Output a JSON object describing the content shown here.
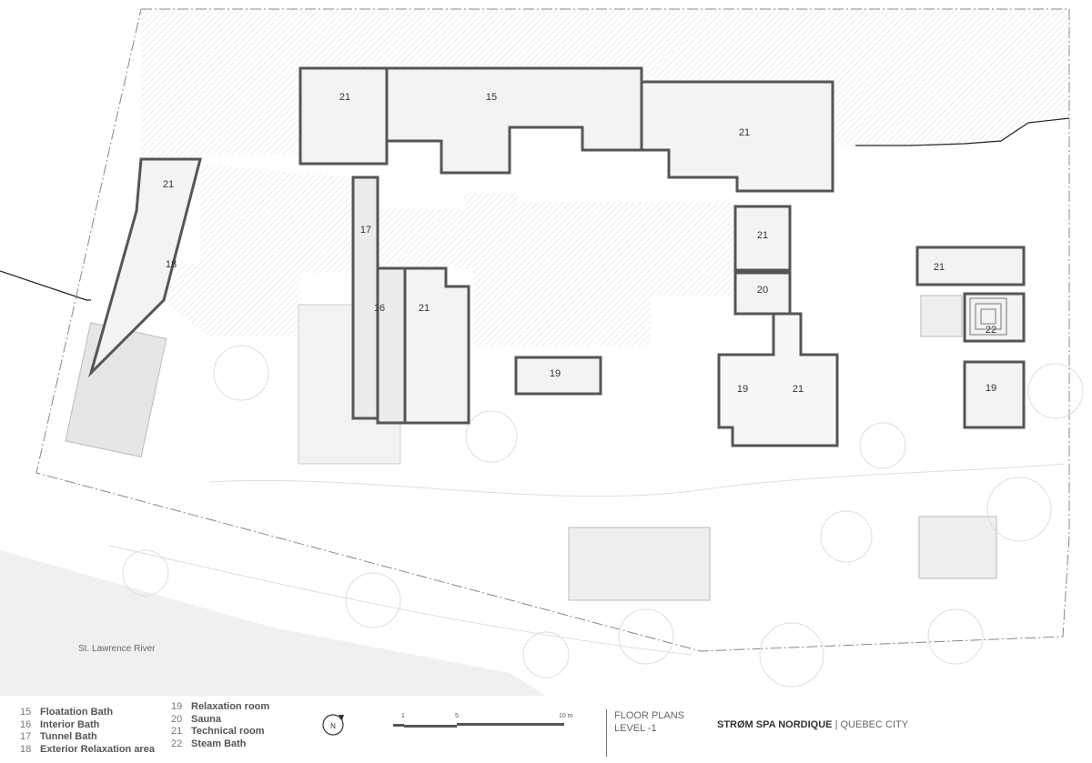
{
  "plan": {
    "river_label": "St. Lawrence River",
    "rooms": [
      {
        "id": "r1",
        "label": "21"
      },
      {
        "id": "r2",
        "label": "15"
      },
      {
        "id": "r3",
        "label": "21"
      },
      {
        "id": "r4",
        "label": "21"
      },
      {
        "id": "r5",
        "label": "18"
      },
      {
        "id": "r6",
        "label": "17"
      },
      {
        "id": "r7",
        "label": "16"
      },
      {
        "id": "r8",
        "label": "21"
      },
      {
        "id": "r9",
        "label": "19"
      },
      {
        "id": "r10",
        "label": "21"
      },
      {
        "id": "r11",
        "label": "20"
      },
      {
        "id": "r12",
        "label": "19"
      },
      {
        "id": "r13",
        "label": "21"
      },
      {
        "id": "r14",
        "label": "21"
      },
      {
        "id": "r15",
        "label": "22"
      },
      {
        "id": "r16",
        "label": "19"
      }
    ]
  },
  "legend": {
    "col1": [
      {
        "num": "15",
        "name": "Floatation Bath"
      },
      {
        "num": "16",
        "name": "Interior Bath"
      },
      {
        "num": "17",
        "name": "Tunnel Bath"
      },
      {
        "num": "18",
        "name": "Exterior Relaxation area"
      }
    ],
    "col2": [
      {
        "num": "19",
        "name": "Relaxation room"
      },
      {
        "num": "20",
        "name": "Sauna"
      },
      {
        "num": "21",
        "name": "Technical room"
      },
      {
        "num": "22",
        "name": "Steam Bath"
      }
    ]
  },
  "north_arrow": "N",
  "scale": {
    "t1": "1",
    "t2": "5",
    "t3": "10 m"
  },
  "title": {
    "line1": "FLOOR PLANS",
    "line2": "LEVEL -1"
  },
  "project": {
    "name": "STRØM SPA NORDIQUE",
    "separator": "|",
    "city": "QUEBEC CITY"
  }
}
